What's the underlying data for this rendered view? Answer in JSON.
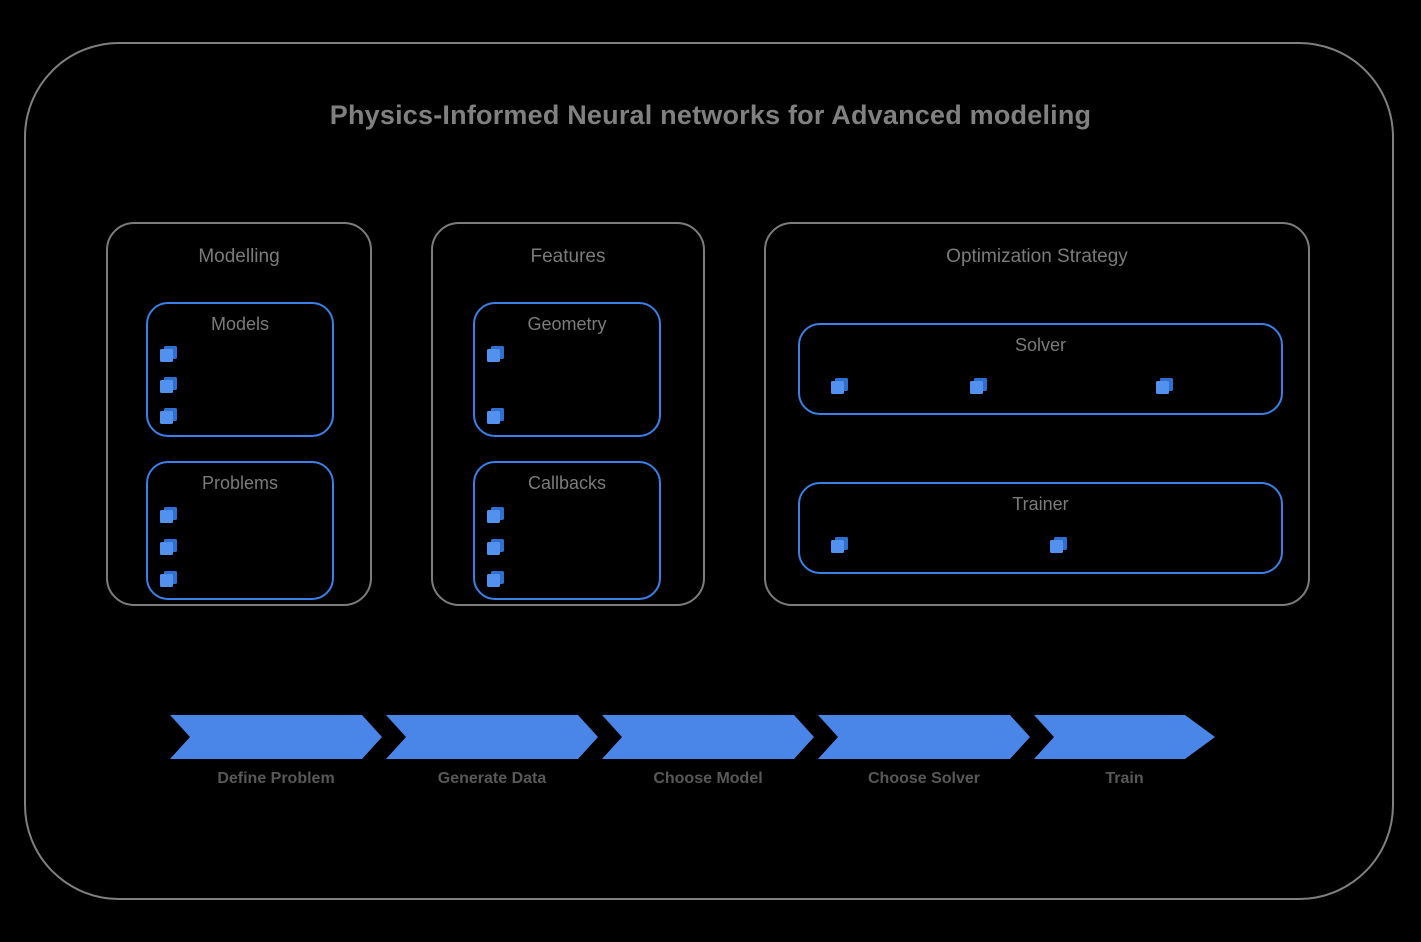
{
  "title": "Physics-Informed Neural networks for Advanced modeling",
  "colors": {
    "background": "#000000",
    "outer_border": "#808080",
    "panel_border": "#7c7c7c",
    "accent_blue": "#3d7fe8",
    "marker_blue": "#5391ef",
    "marker_blue_dark": "#2f6fd0",
    "chevron_blue": "#4a86e8",
    "title_text": "#808080",
    "label_text": "#585858"
  },
  "groups": [
    {
      "id": "modelling",
      "title": "Modelling",
      "boxes": [
        {
          "id": "models",
          "title": "Models",
          "marker_count": 3,
          "marker_layout": "vertical"
        },
        {
          "id": "problems",
          "title": "Problems",
          "marker_count": 3,
          "marker_layout": "vertical"
        }
      ]
    },
    {
      "id": "features",
      "title": "Features",
      "boxes": [
        {
          "id": "geometry",
          "title": "Geometry",
          "marker_count": 2,
          "marker_layout": "vertical-spread"
        },
        {
          "id": "callbacks",
          "title": "Callbacks",
          "marker_count": 3,
          "marker_layout": "vertical"
        }
      ]
    },
    {
      "id": "optimization-strategy",
      "title": "Optimization Strategy",
      "boxes": [
        {
          "id": "solver",
          "title": "Solver",
          "marker_count": 3,
          "marker_layout": "horizontal"
        },
        {
          "id": "trainer",
          "title": "Trainer",
          "marker_count": 2,
          "marker_layout": "horizontal"
        }
      ]
    }
  ],
  "workflow": {
    "steps": [
      {
        "label": "Define Problem"
      },
      {
        "label": "Generate Data"
      },
      {
        "label": "Choose Model"
      },
      {
        "label": "Choose Solver"
      },
      {
        "label": "Train"
      }
    ]
  }
}
